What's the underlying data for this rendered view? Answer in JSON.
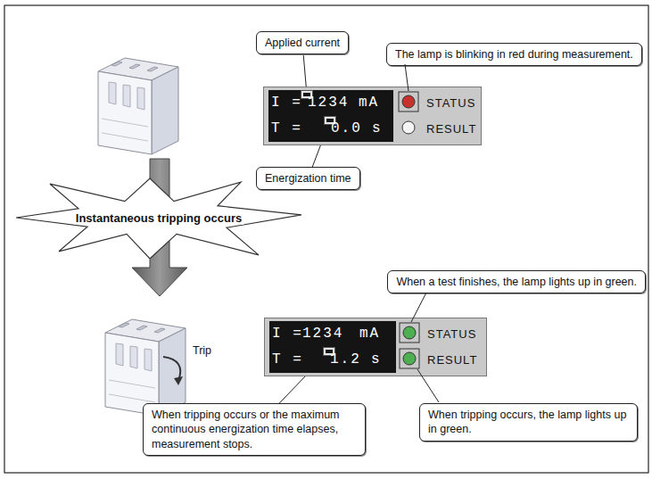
{
  "diagram": {
    "nodes": [
      {
        "text": [
          "Applied current"
        ]
      },
      {
        "text": [
          "The lamp is blinking in red during measurement."
        ]
      },
      {
        "text": [
          "I =",
          "mA",
          "T =",
          "s",
          "STATUS",
          "RESULT"
        ]
      },
      {
        "text": [
          "1234"
        ],
        "in": 2
      },
      {
        "text": [
          "0.0"
        ],
        "in": 2
      },
      {
        "text": [
          "Energization time"
        ]
      },
      {
        "text": [
          "Instantaneous tripping occurs"
        ]
      },
      {
        "text": [
          "When a test finishes, the lamp lights up in green."
        ]
      },
      {
        "text": [
          "I =",
          "1234",
          "mA",
          "T =",
          "s",
          "STATUS",
          "RESULT"
        ]
      },
      {
        "text": [
          "1.2"
        ],
        "in": 8
      },
      {
        "text": [
          "When tripping occurs or the maximum continuous energization time elapses, measurement stops."
        ]
      },
      {
        "text": [
          "When tripping occurs, the lamp lights up in green."
        ]
      }
    ],
    "edges": [
      {
        "from": 0,
        "to": 3,
        "arrow": "none"
      },
      {
        "from": 5,
        "to": 4,
        "arrow": "none"
      },
      {
        "from": 10,
        "to": 9,
        "arrow": "none"
      }
    ],
    "labels": [
      "Trip"
    ]
  }
}
